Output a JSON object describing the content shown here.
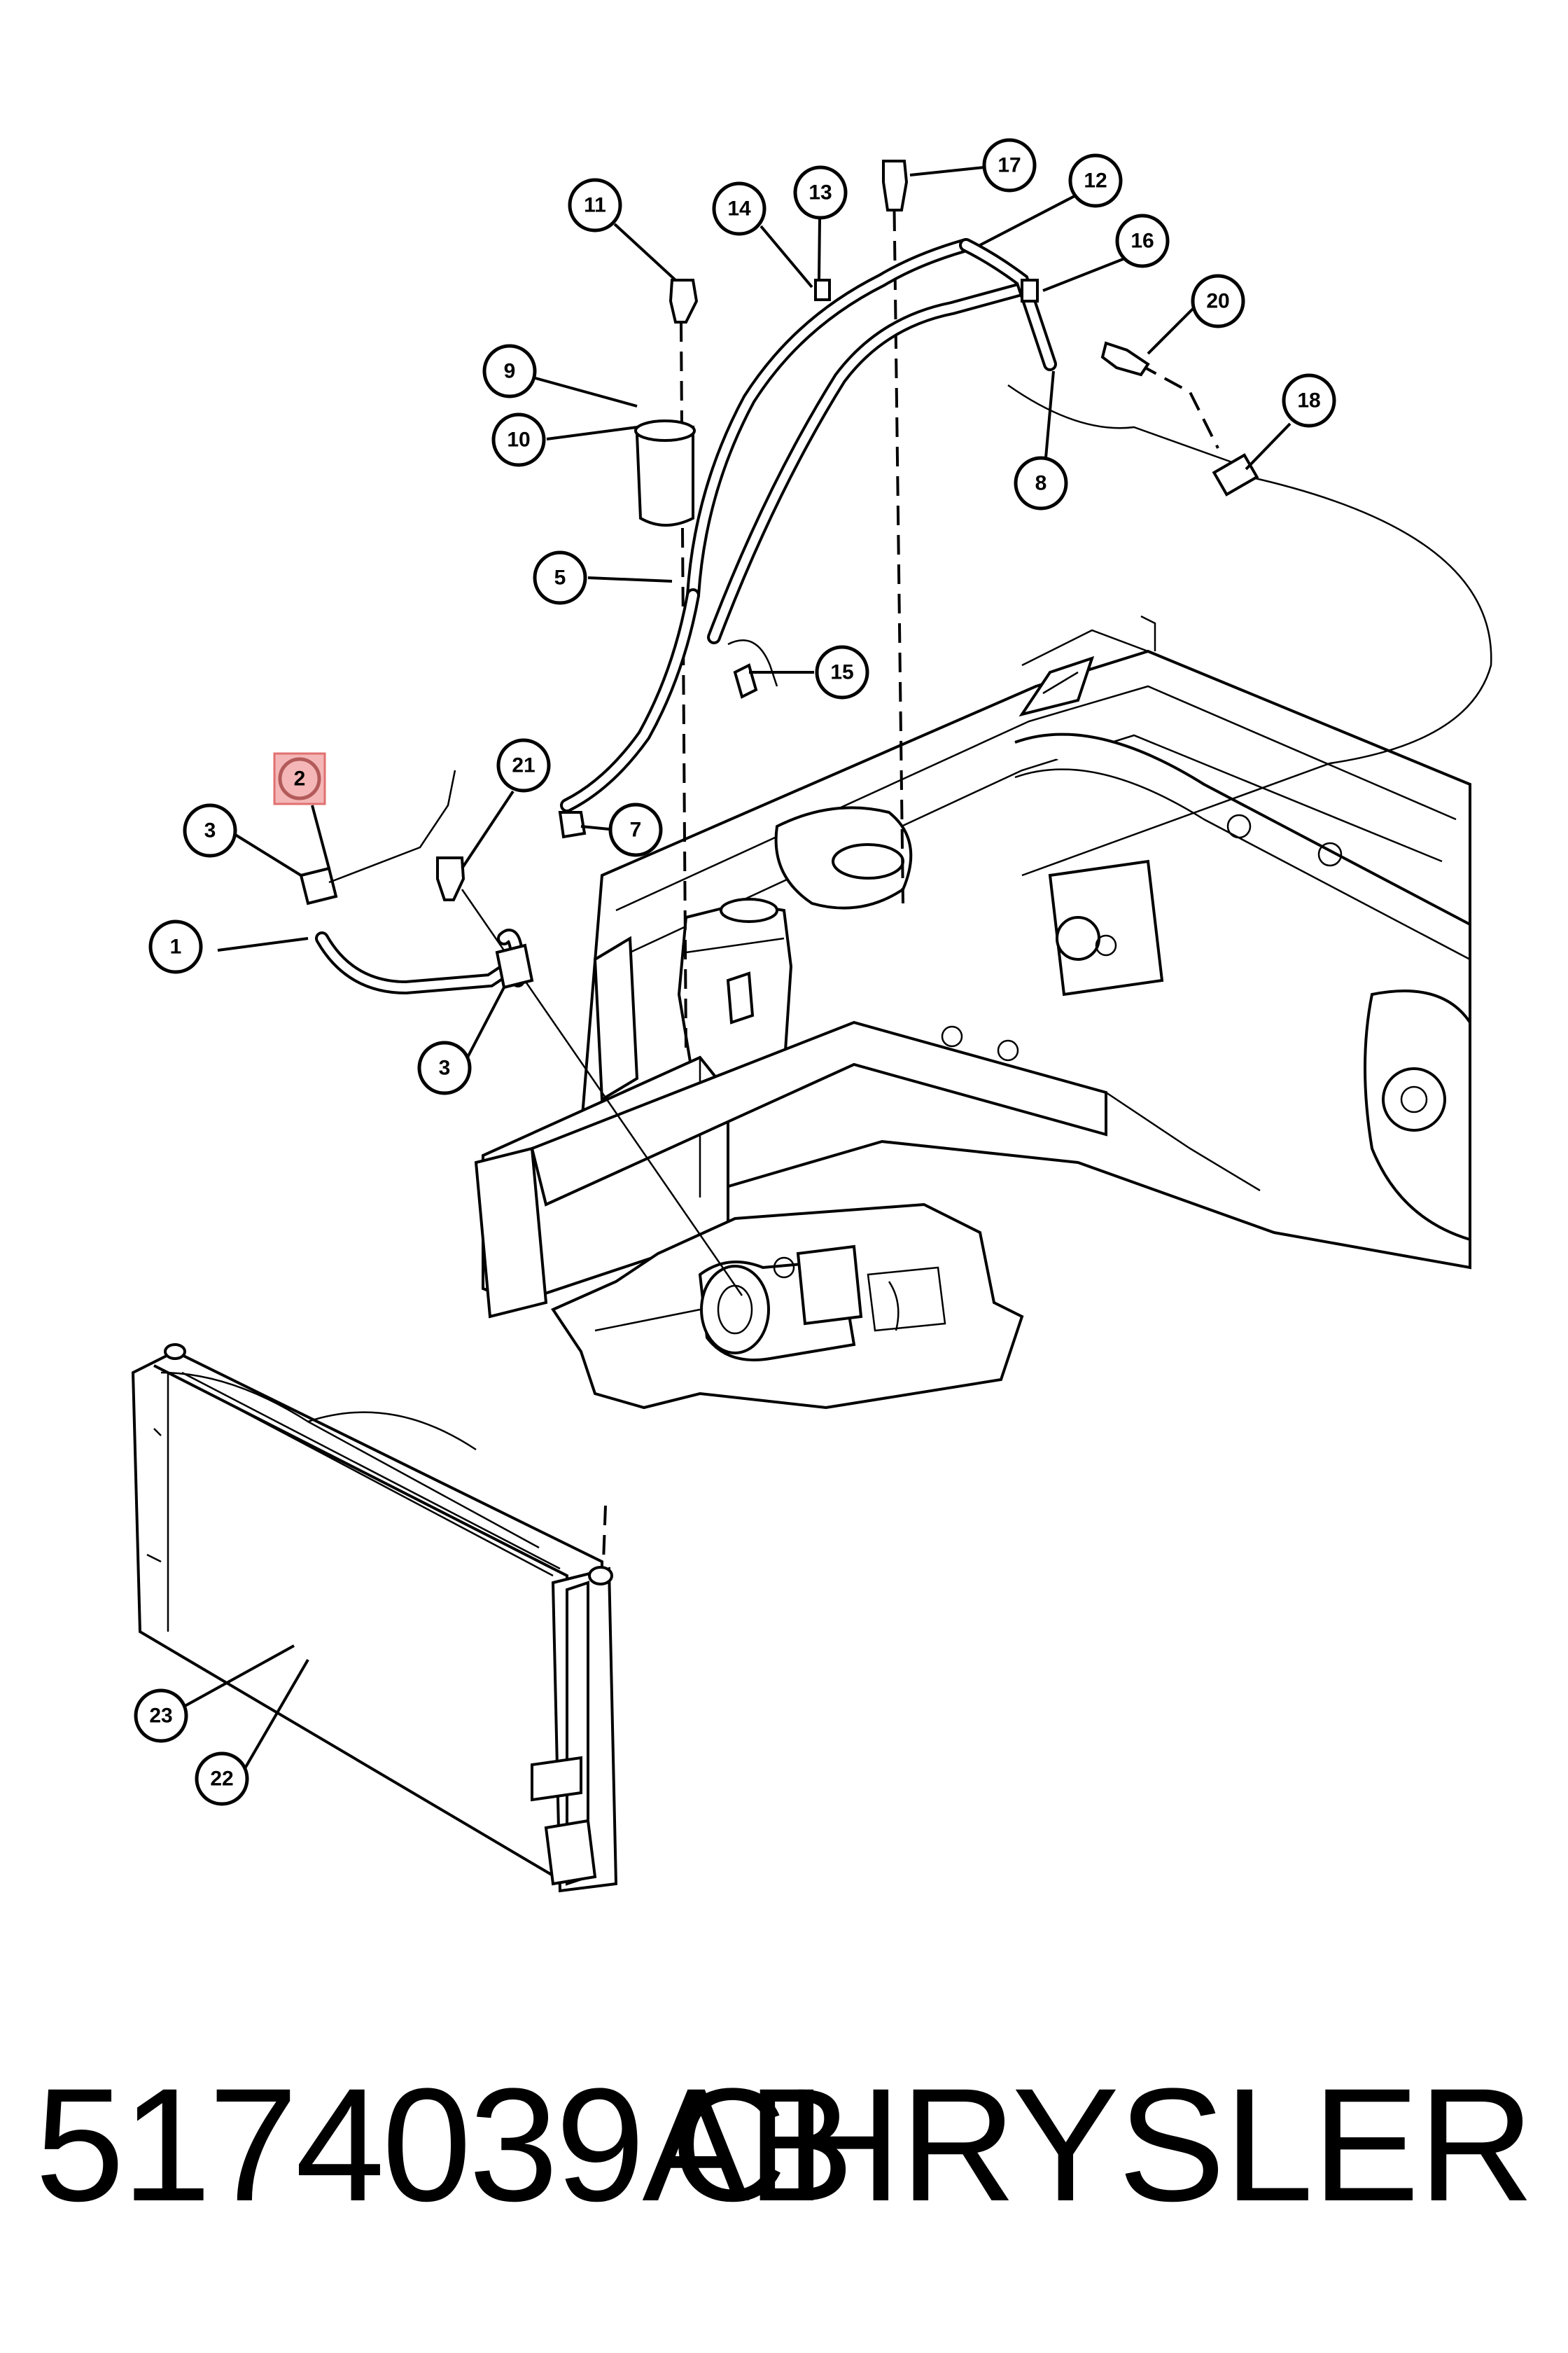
{
  "highlight_color": "#f4b6b6",
  "highlight_border": "#e07070",
  "callouts": [
    {
      "label": "1"
    },
    {
      "label": "2"
    },
    {
      "label": "3"
    },
    {
      "label": "3"
    },
    {
      "label": "5"
    },
    {
      "label": "7"
    },
    {
      "label": "8"
    },
    {
      "label": "9"
    },
    {
      "label": "10"
    },
    {
      "label": "11"
    },
    {
      "label": "12"
    },
    {
      "label": "13"
    },
    {
      "label": "14"
    },
    {
      "label": "15"
    },
    {
      "label": "16"
    },
    {
      "label": "17"
    },
    {
      "label": "18"
    },
    {
      "label": "20"
    },
    {
      "label": "21"
    },
    {
      "label": "22"
    },
    {
      "label": "23"
    }
  ],
  "footer": {
    "part_number": "5174039AB",
    "brand": "CHRYSLER"
  }
}
